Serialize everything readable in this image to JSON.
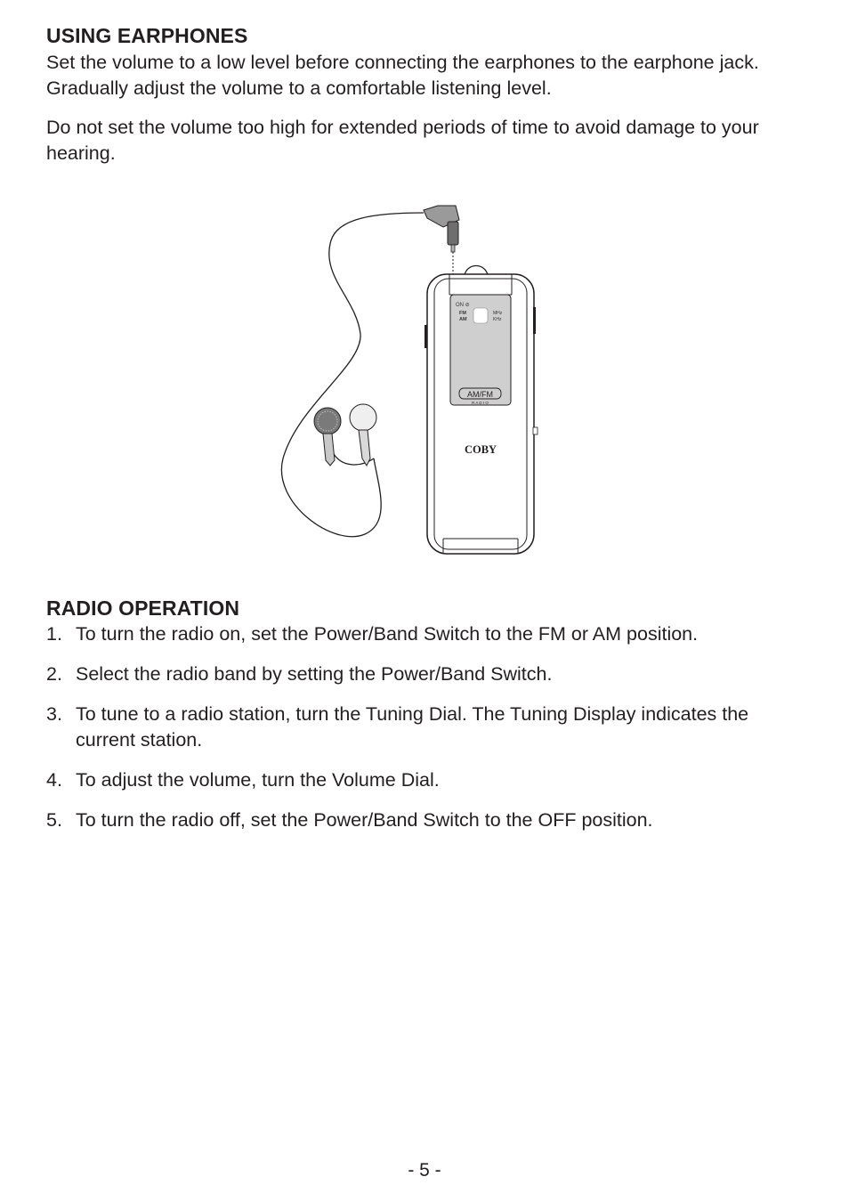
{
  "earphones": {
    "heading": "USING EARPHONES",
    "para1": "Set the volume to a low level before connecting the earphones to the earphone jack. Gradually adjust the volume to a comfortable listening level.",
    "para2": "Do not set the volume too high for extended periods of time to avoid damage to your hearing."
  },
  "figure": {
    "on_label": "ON ⊘",
    "fm_label": "FM",
    "am_label": "AM",
    "mhz_label": "MHz",
    "khz_label": "KHz",
    "logo_text": "AM/FM",
    "logo_sub": "R A D I O",
    "brand": "COBY"
  },
  "radio": {
    "heading": "RADIO OPERATION",
    "steps": [
      {
        "num": "1.",
        "text": "To turn the radio on, set the Power/Band Switch to the FM or AM position."
      },
      {
        "num": "2.",
        "text": "Select the radio band by setting the Power/Band Switch."
      },
      {
        "num": "3.",
        "text": "To tune to a radio station, turn the Tuning Dial. The Tuning Display indicates the current station."
      },
      {
        "num": "4.",
        "text": "To adjust the volume, turn the Volume Dial."
      },
      {
        "num": "5.",
        "text": "To turn the radio off, set the Power/Band Switch to the OFF position."
      }
    ]
  },
  "footer": {
    "page_number": "- 5 -"
  }
}
